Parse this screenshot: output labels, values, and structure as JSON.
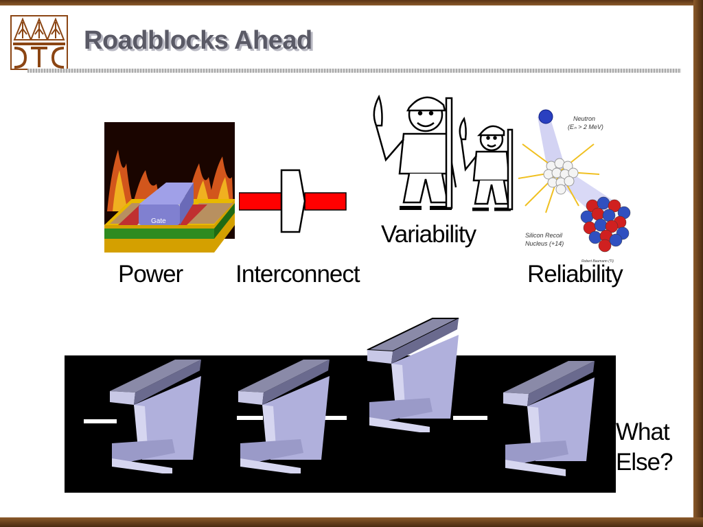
{
  "slide": {
    "title": "Roadblocks Ahead"
  },
  "items": {
    "power": "Power",
    "interconnect": "Interconnect",
    "variability": "Variability",
    "reliability": "Reliability"
  },
  "transistor": {
    "gate_label": "Gate"
  },
  "reliability_figure": {
    "neutron_label": "Neutron",
    "neutron_energy": "(Eₙ > 2 MeV)",
    "recoil_label_1": "Silicon Recoil",
    "recoil_label_2": "Nucleus (+14)",
    "credit": "Robert Baumann (TI)"
  },
  "roadblock": {
    "what_else_line1": "What",
    "what_else_line2": "Else?"
  },
  "colors": {
    "frame": "#7a4a22",
    "title": "#5a5a66",
    "beam": "#9a9ab4",
    "wire": "#ff0000"
  }
}
